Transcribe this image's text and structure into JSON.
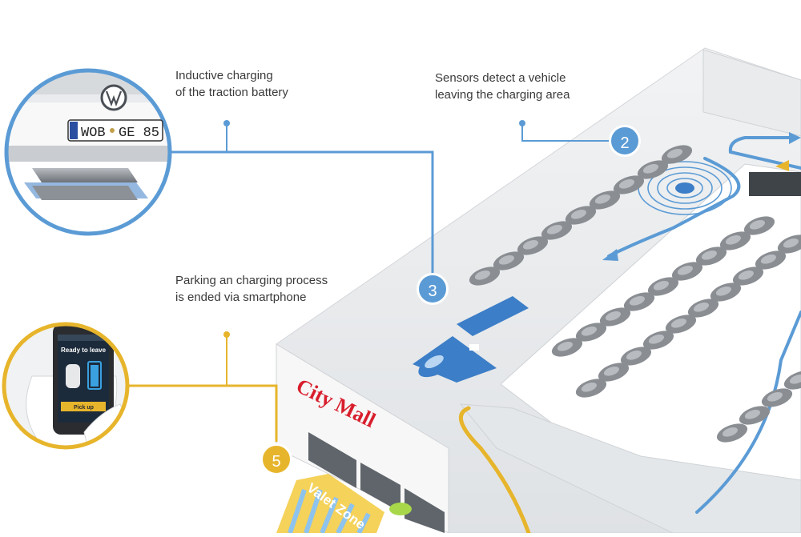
{
  "colors": {
    "blue": "#5b9bd5",
    "gold": "#e7b52c",
    "sign_red": "#d81e2c",
    "lot_blue": "#3c7ec7",
    "car_grey": "#8a8e93"
  },
  "captions": {
    "inductive": [
      "Inductive charging",
      "of the traction battery"
    ],
    "sensors": [
      "Sensors detect a vehicle",
      "leaving the charging area"
    ],
    "parking": [
      "Parking an charging process",
      "is ended via smartphone"
    ]
  },
  "badges": {
    "two": "2",
    "three": "3",
    "five": "5"
  },
  "plate": {
    "left": "WOB",
    "right": "GE 85"
  },
  "brand_logo": "vw-logo",
  "phone": {
    "status_title": "Ready to leave",
    "button": "Pick up"
  },
  "sign": "City Mall",
  "valet_zone": "Valet Zone"
}
